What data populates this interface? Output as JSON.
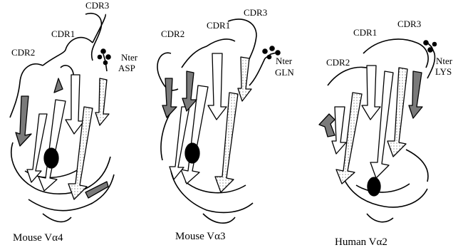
{
  "panels": [
    {
      "caption": "Mouse Vα4",
      "labels": {
        "cdr1": "CDR1",
        "cdr2": "CDR2",
        "cdr3": "CDR3",
        "nter": "Nter",
        "residue": "ASP"
      }
    },
    {
      "caption": "Mouse Vα3",
      "labels": {
        "cdr1": "CDR1",
        "cdr2": "CDR2",
        "cdr3": "CDR3",
        "nter": "Nter",
        "residue": "GLN"
      }
    },
    {
      "caption": "Human Vα2",
      "labels": {
        "cdr1": "CDR1",
        "cdr2": "CDR2",
        "cdr3": "CDR3",
        "nter": "Nter",
        "residue": "LYS"
      }
    }
  ],
  "colors": {
    "ink": "#000000",
    "strand_light": "#ffffff",
    "strand_dark": "#7a7a7a",
    "background": "#ffffff"
  }
}
